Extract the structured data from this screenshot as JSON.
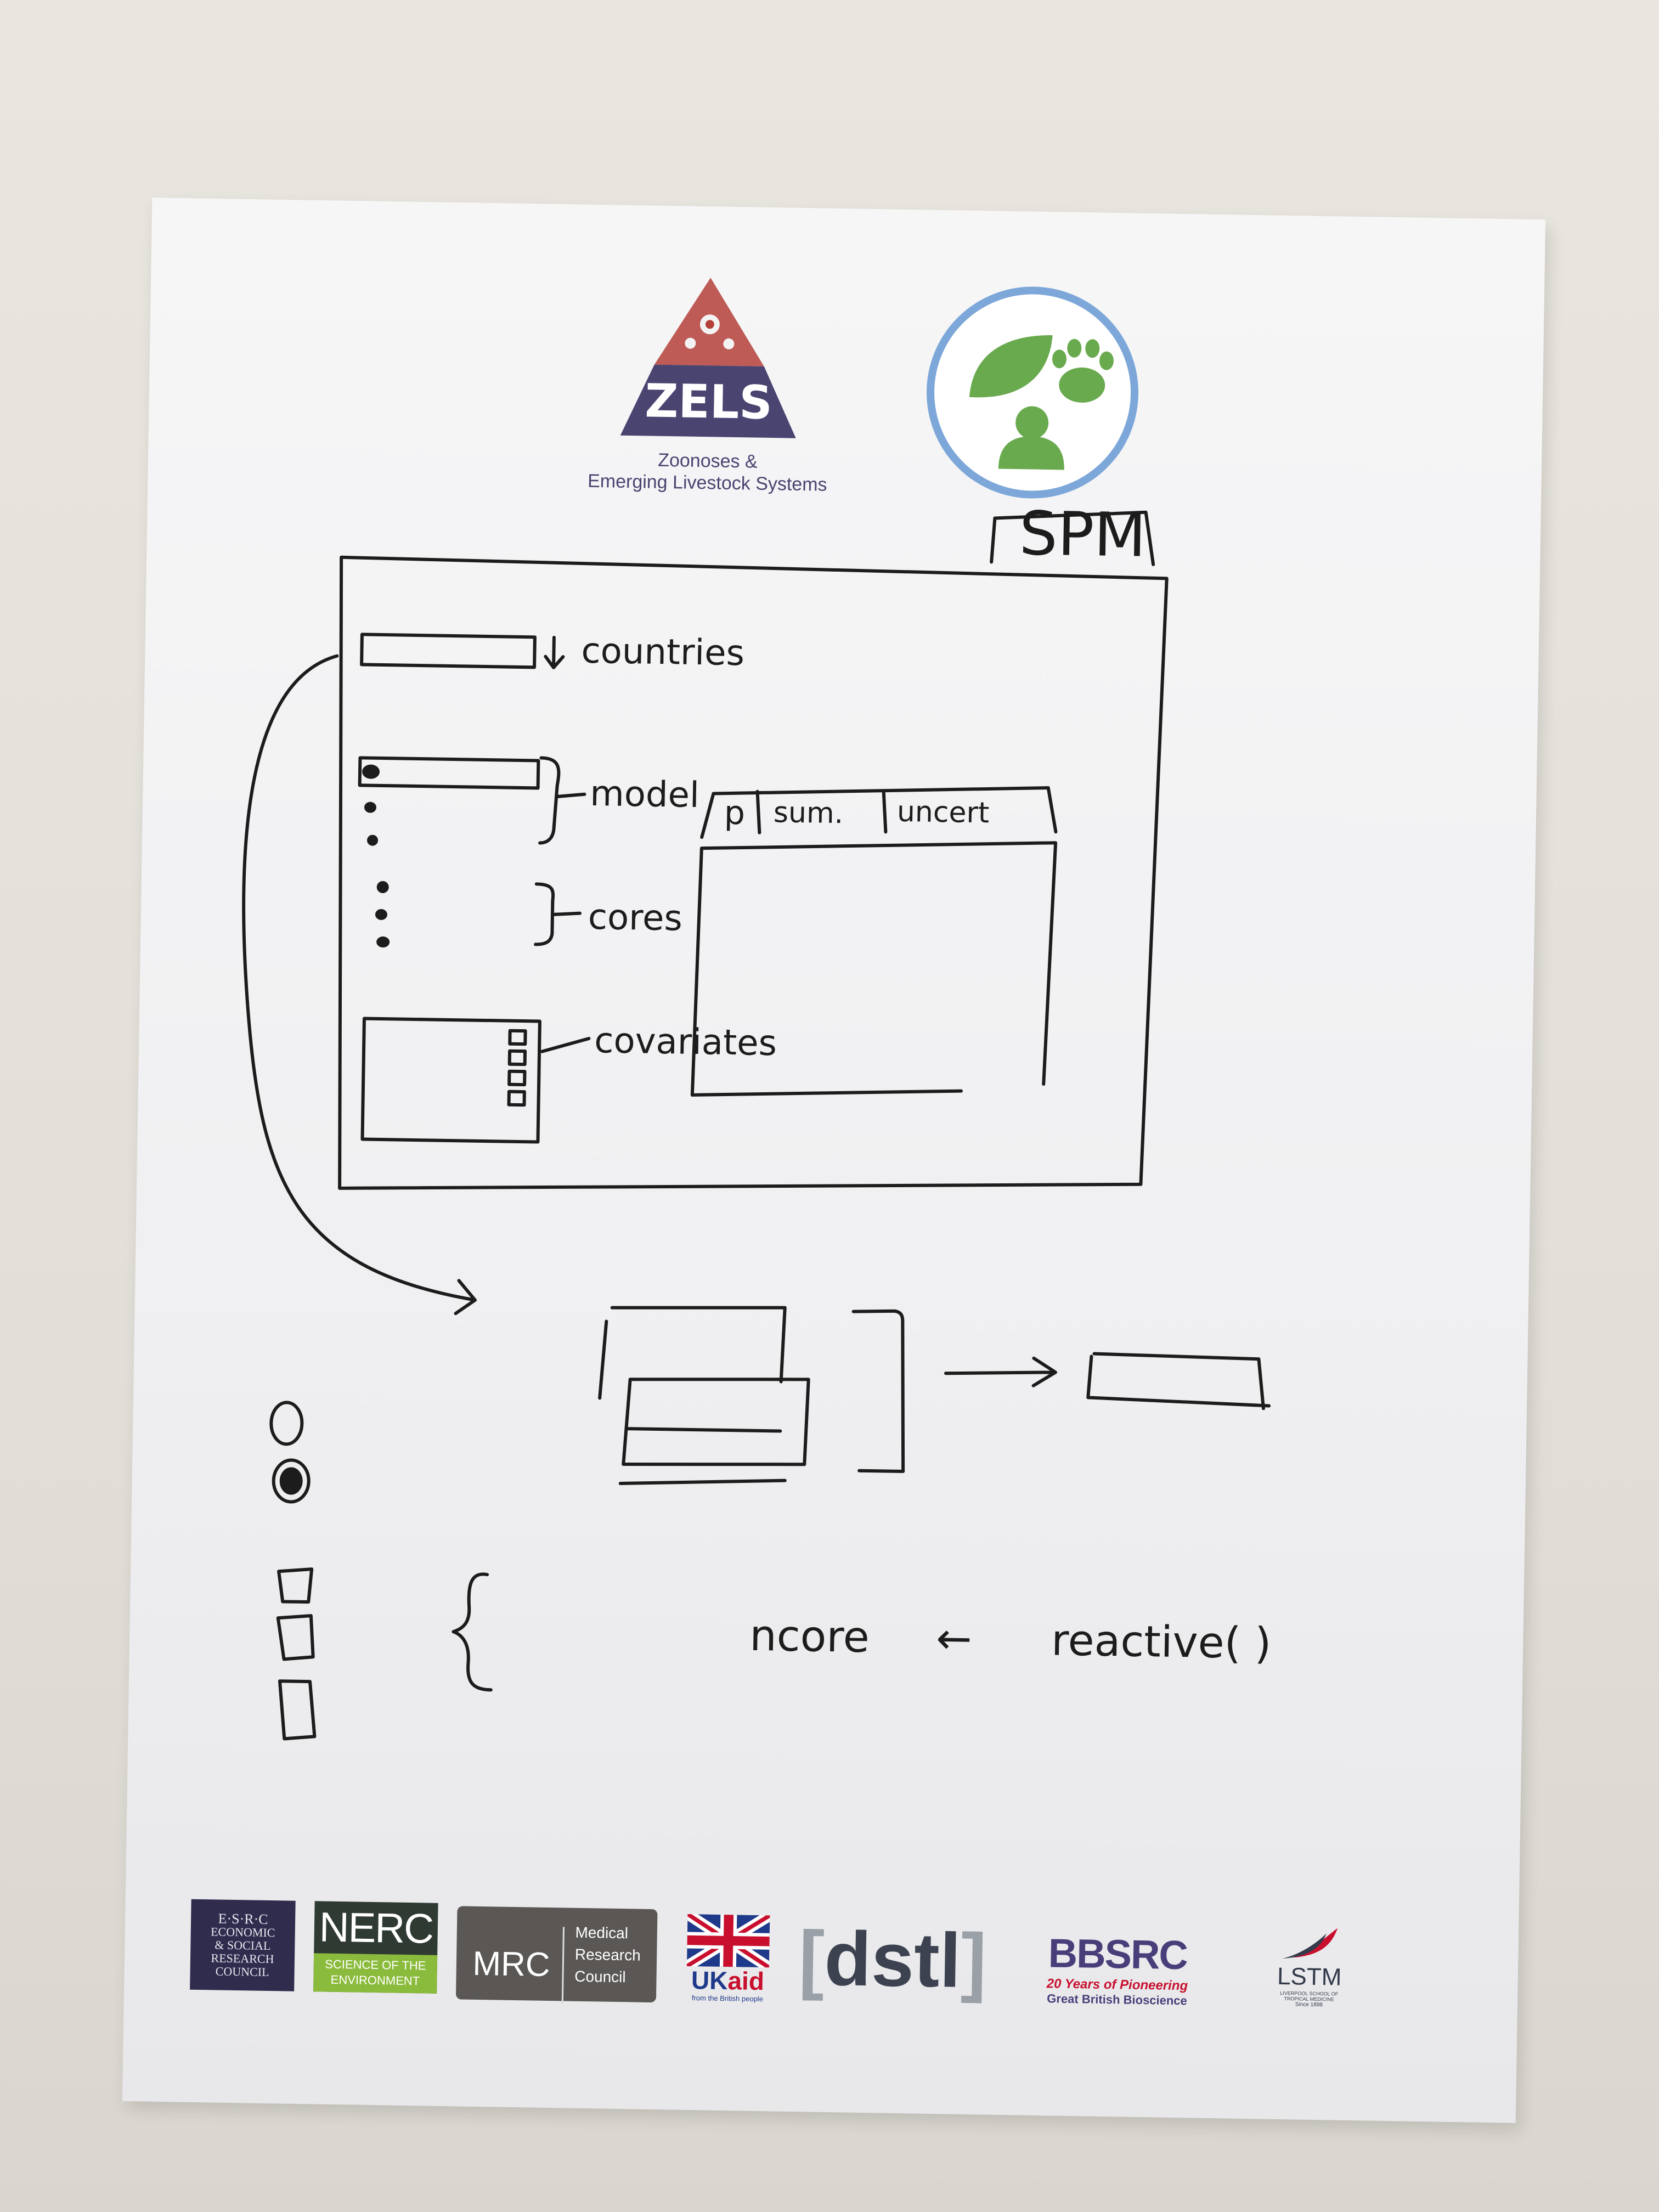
{
  "header": {
    "zels_logo": {
      "word": "ZELS",
      "subtitle_line1": "Zoonoses &",
      "subtitle_line2": "Emerging Livestock Systems"
    },
    "one_health_logo": {
      "icons": [
        "leaf-icon",
        "paw-icon",
        "person-icon"
      ],
      "ring_color": "#7da7d9",
      "icon_color": "#6aaa4f"
    }
  },
  "sketch": {
    "app_tab": "SPM",
    "sidebar": {
      "countries_label": "countries",
      "model_label": "model",
      "cores_label": "cores",
      "covariates_label": "covariates"
    },
    "output_tabs": [
      "p",
      "sum.",
      "uncert"
    ],
    "code_note": {
      "lhs": "ncore",
      "arrow": "←",
      "rhs": "reactive( )"
    }
  },
  "footer_logos": {
    "esrc": {
      "line1": "E·S·R·C",
      "line2": "ECONOMIC",
      "line3": "& SOCIAL",
      "line4": "RESEARCH",
      "line5": "COUNCIL"
    },
    "nerc": {
      "name": "NERC",
      "sub1": "SCIENCE OF THE",
      "sub2": "ENVIRONMENT"
    },
    "mrc": {
      "name": "MRC",
      "l1": "Medical",
      "l2": "Research",
      "l3": "Council"
    },
    "ukaid": {
      "uk": "UK",
      "aid": "aid",
      "sub": "from the British people"
    },
    "dstl": {
      "name": "dstl"
    },
    "bbsrc": {
      "name": "BBSRC",
      "sub1": "20 Years of Pioneering",
      "sub2": "Great British Bioscience"
    },
    "lstm": {
      "name": "LSTM",
      "sub": "LIVERPOOL SCHOOL OF TROPICAL MEDICINE",
      "since": "Since 1898"
    }
  },
  "colors": {
    "zels_purple": "#4a4470",
    "zels_red": "#b5403a",
    "ink": "#1c1c1c"
  }
}
